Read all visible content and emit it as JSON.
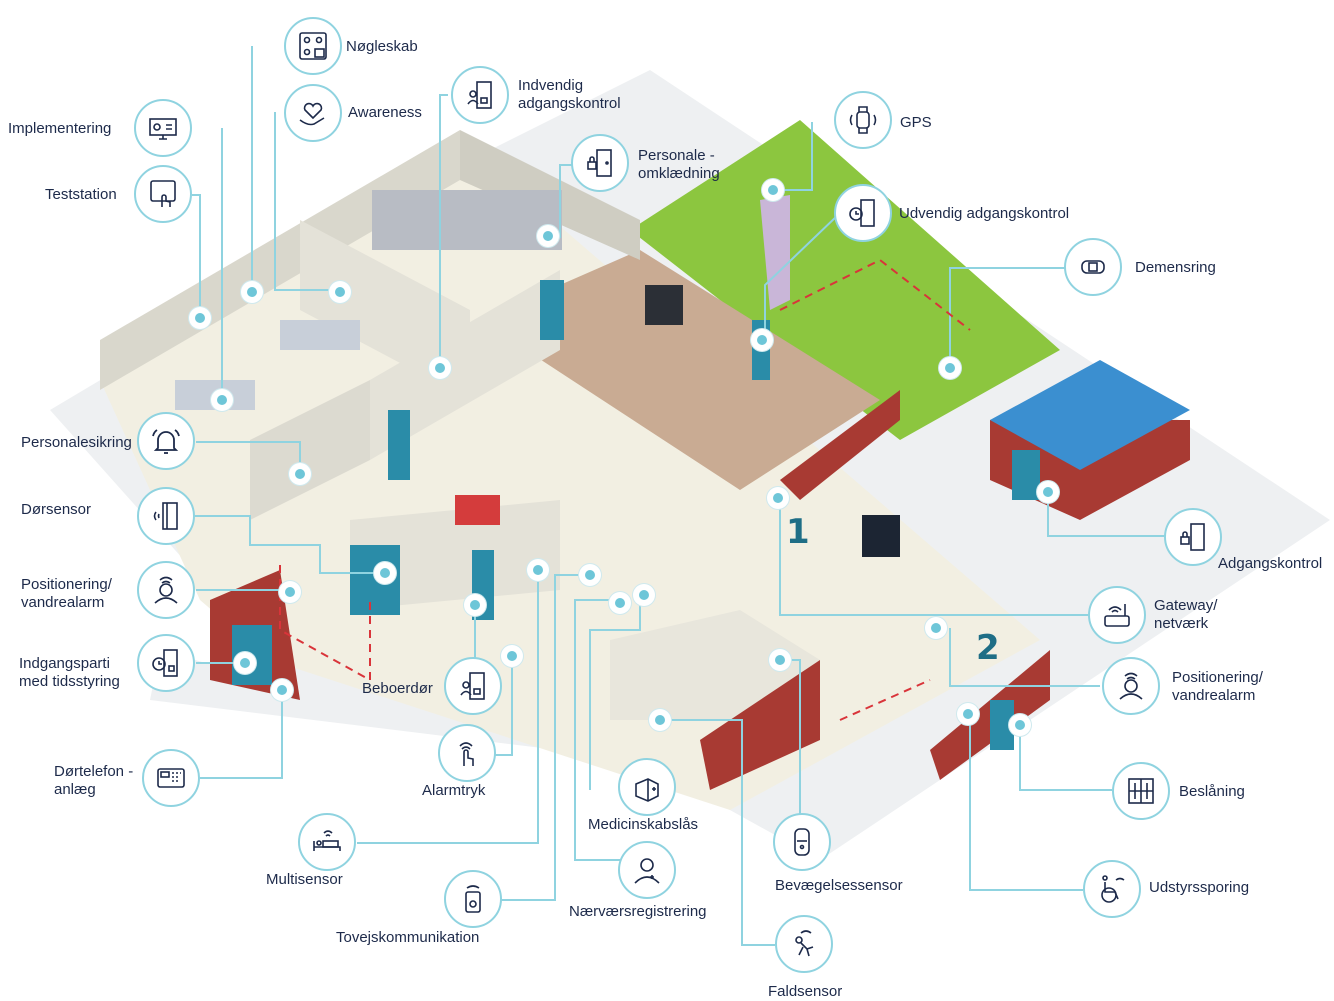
{
  "labels": {
    "noegleskab": "Nøgleskab",
    "awareness": "Awareness",
    "indvendig_1": "Indvendig",
    "indvendig_2": "adgangskontrol",
    "implementering": "Implementering",
    "teststation": "Teststation",
    "personale_1": "Personale -",
    "personale_2": "omklædning",
    "gps": "GPS",
    "udvendig": "Udvendig adgangskontrol",
    "demensring": "Demensring",
    "personalesikring": "Personalesikring",
    "doersensor": "Dørsensor",
    "positionering_left_1": "Positionering/",
    "positionering_left_2": "vandrealarm",
    "indgangsparti_1": "Indgangsparti",
    "indgangsparti_2": "med tidsstyring",
    "beboerdoer": "Beboerdør",
    "alarmtryk": "Alarmtryk",
    "doertelefon_1": "Dørtelefon -",
    "doertelefon_2": "anlæg",
    "multisensor": "Multisensor",
    "tovejskommunikation": "Tovejskommunikation",
    "medicinskabslaas": "Medicinskabslås",
    "naervaersregistrering": "Nærværsregistrering",
    "bevaegelsessensor": "Bevægelsessensor",
    "faldsensor": "Faldsensor",
    "adgangskontrol": "Adgangskontrol",
    "gateway_1": "Gateway/",
    "gateway_2": "netværk",
    "positionering_right_1": "Positionering/",
    "positionering_right_2": "vandrealarm",
    "beslaaning": "Beslåning",
    "udstyrssporing": "Udstyrssporing"
  },
  "signs": {
    "one": "1",
    "two": "2"
  },
  "colors": {
    "connector": "#8fd3e0",
    "marker": "#6ec6d8",
    "text": "#1d2a4a",
    "floor": "#f2efe2",
    "wall": "#d9d7cc",
    "brick": "#a83a33",
    "grass": "#8cc63f",
    "roof": "#3b8fd0",
    "door": "#2a8ca8"
  },
  "icons": [
    "key-cabinet-icon",
    "heart-hand-icon",
    "door-user-lock-icon",
    "computer-gear-icon",
    "tablet-touch-icon",
    "door-lock-icon",
    "smartwatch-icon",
    "door-clock-icon",
    "wristband-icon",
    "bell-icon",
    "door-sensor-icon",
    "location-person-icon",
    "door-clock-icon",
    "door-user-lock-icon",
    "finger-press-icon",
    "intercom-keypad-icon",
    "bed-sensor-icon",
    "two-way-speaker-icon",
    "medicine-box-icon",
    "nurse-icon",
    "motion-sensor-icon",
    "fall-person-icon",
    "door-lock-icon",
    "router-icon",
    "location-person-icon",
    "window-bars-icon",
    "wheelchair-icon"
  ]
}
